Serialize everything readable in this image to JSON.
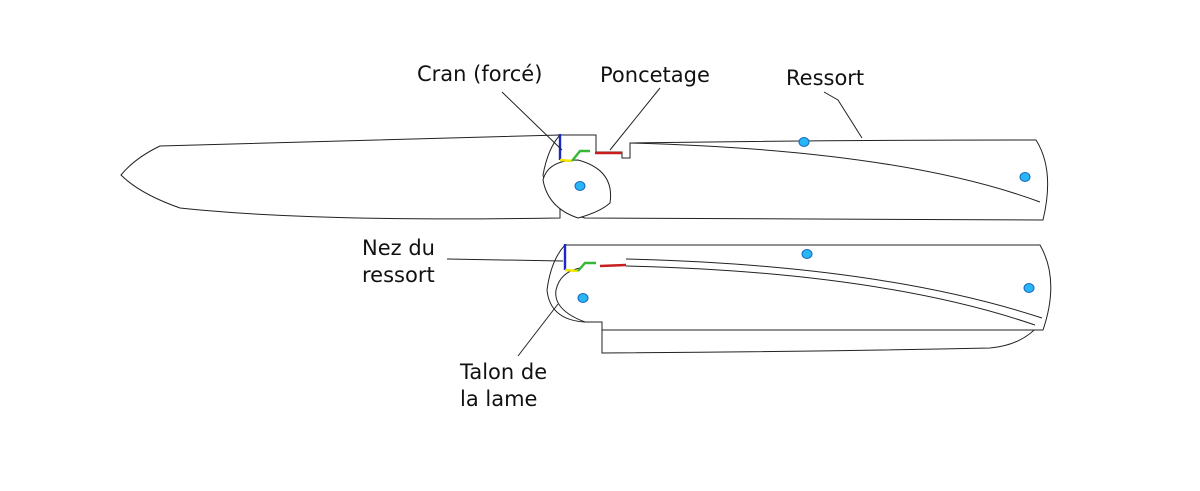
{
  "labels": {
    "cran": "Cran (forcé)",
    "poncetage": "Poncetage",
    "ressort": "Ressort",
    "nez_line1": "Nez du",
    "nez_line2": "ressort",
    "talon_line1": "Talon de",
    "talon_line2": "la lame"
  },
  "colors": {
    "cran_stop": "#1a27c9",
    "heel_segment": "#f2e600",
    "ramp_segment": "#36b836",
    "sanding_segment": "#c81e1e",
    "pin": "#29b6f6"
  }
}
